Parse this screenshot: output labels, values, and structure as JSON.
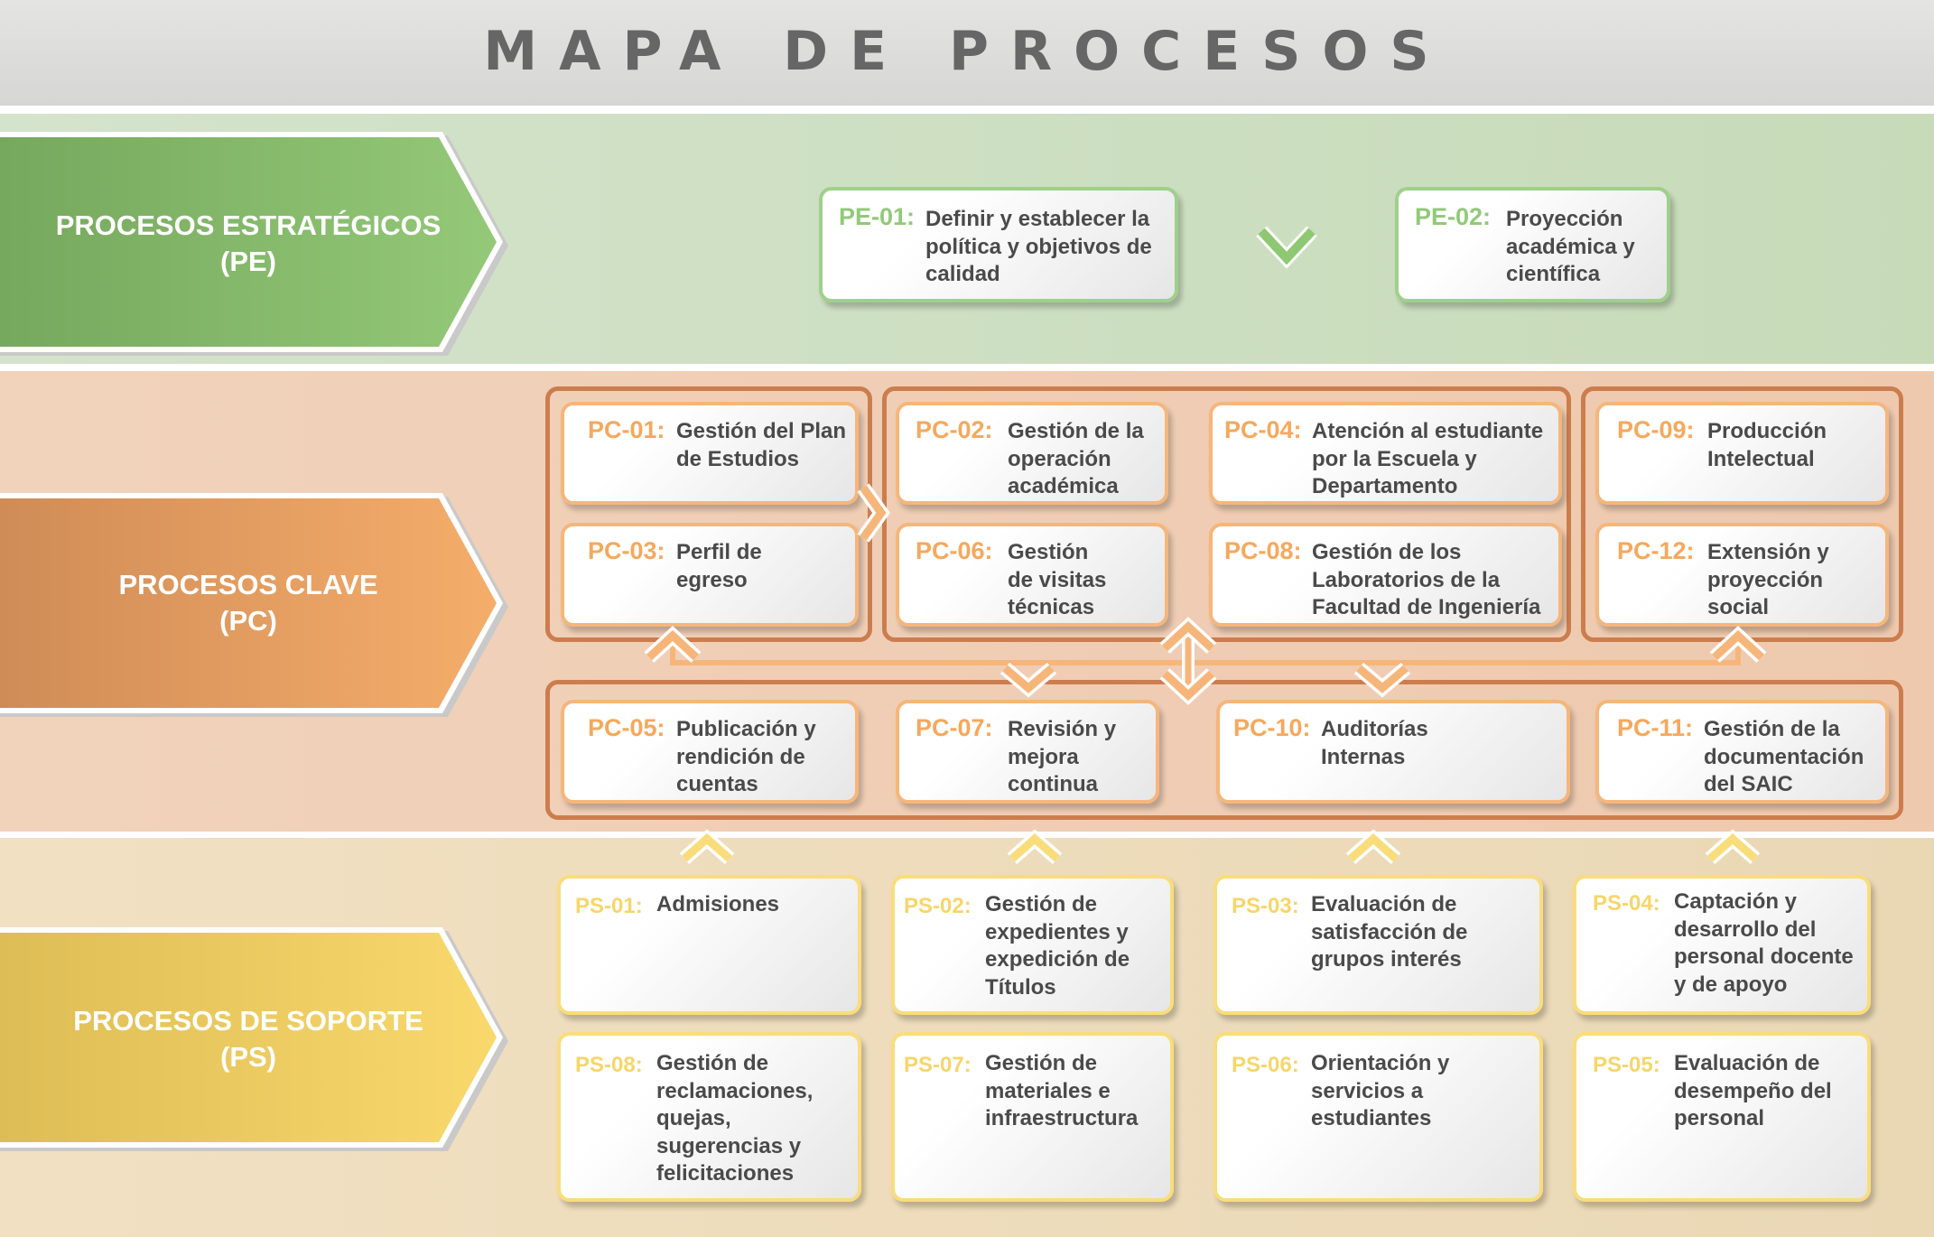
{
  "title": "MAPA DE PROCESOS",
  "colors": {
    "estrategicos": "#8cc370",
    "clave": "#f5a963",
    "soporte": "#f8d768",
    "group_border": "#cc7d4d"
  },
  "bands": {
    "pe": "PROCESOS ESTRATÉGICOS\n(PE)",
    "pc": "PROCESOS CLAVE\n(PC)",
    "ps": "PROCESOS DE SOPORTE\n(PS)"
  },
  "pe": {
    "pe01": {
      "code": "PE-01:",
      "text": "Definir y establecer la\npolítica y objetivos de\ncalidad"
    },
    "pe02": {
      "code": "PE-02:",
      "text": "Proyección\nacadémica y\ncientífica"
    }
  },
  "pc": {
    "pc01": {
      "code": "PC-01:",
      "text": "Gestión del Plan\nde Estudios"
    },
    "pc02": {
      "code": "PC-02:",
      "text": "Gestión de la\noperación\nacadémica"
    },
    "pc04": {
      "code": "PC-04:",
      "text": "Atención al estudiante\npor la Escuela y\nDepartamento"
    },
    "pc09": {
      "code": "PC-09:",
      "text": "Producción\nIntelectual"
    },
    "pc03": {
      "code": "PC-03:",
      "text": "Perfil de\negreso"
    },
    "pc06": {
      "code": "PC-06:",
      "text": "Gestión\nde visitas\ntécnicas"
    },
    "pc08": {
      "code": "PC-08:",
      "text": "Gestión de los\nLaboratorios de la\nFacultad de Ingeniería"
    },
    "pc12": {
      "code": "PC-12:",
      "text": "Extensión y\nproyección\nsocial"
    },
    "pc05": {
      "code": "PC-05:",
      "text": "Publicación y\nrendición de\ncuentas"
    },
    "pc07": {
      "code": "PC-07:",
      "text": "Revisión y\nmejora\ncontinua"
    },
    "pc10": {
      "code": "PC-10:",
      "text": "Auditorías\nInternas"
    },
    "pc11": {
      "code": "PC-11:",
      "text": "Gestión de la\ndocumentación\ndel SAIC"
    }
  },
  "ps": {
    "ps01": {
      "code": "PS-01:",
      "text": "Admisiones"
    },
    "ps02": {
      "code": "PS-02:",
      "text": "Gestión de\nexpedientes y\nexpedición de\nTítulos"
    },
    "ps03": {
      "code": "PS-03:",
      "text": "Evaluación de\nsatisfacción de\ngrupos interés"
    },
    "ps04": {
      "code": "PS-04:",
      "text": "Captación y\ndesarrollo del\npersonal docente\ny de apoyo"
    },
    "ps08": {
      "code": "PS-08:",
      "text": "Gestión de\nreclamaciones,\nquejas,\nsugerencias y\nfelicitaciones"
    },
    "ps07": {
      "code": "PS-07:",
      "text": "Gestión de\nmateriales e\ninfraestructura"
    },
    "ps06": {
      "code": "PS-06:",
      "text": "Orientación y\nservicios a\nestudiantes"
    },
    "ps05": {
      "code": "PS-05:",
      "text": "Evaluación de\ndesempeño del\npersonal"
    }
  }
}
